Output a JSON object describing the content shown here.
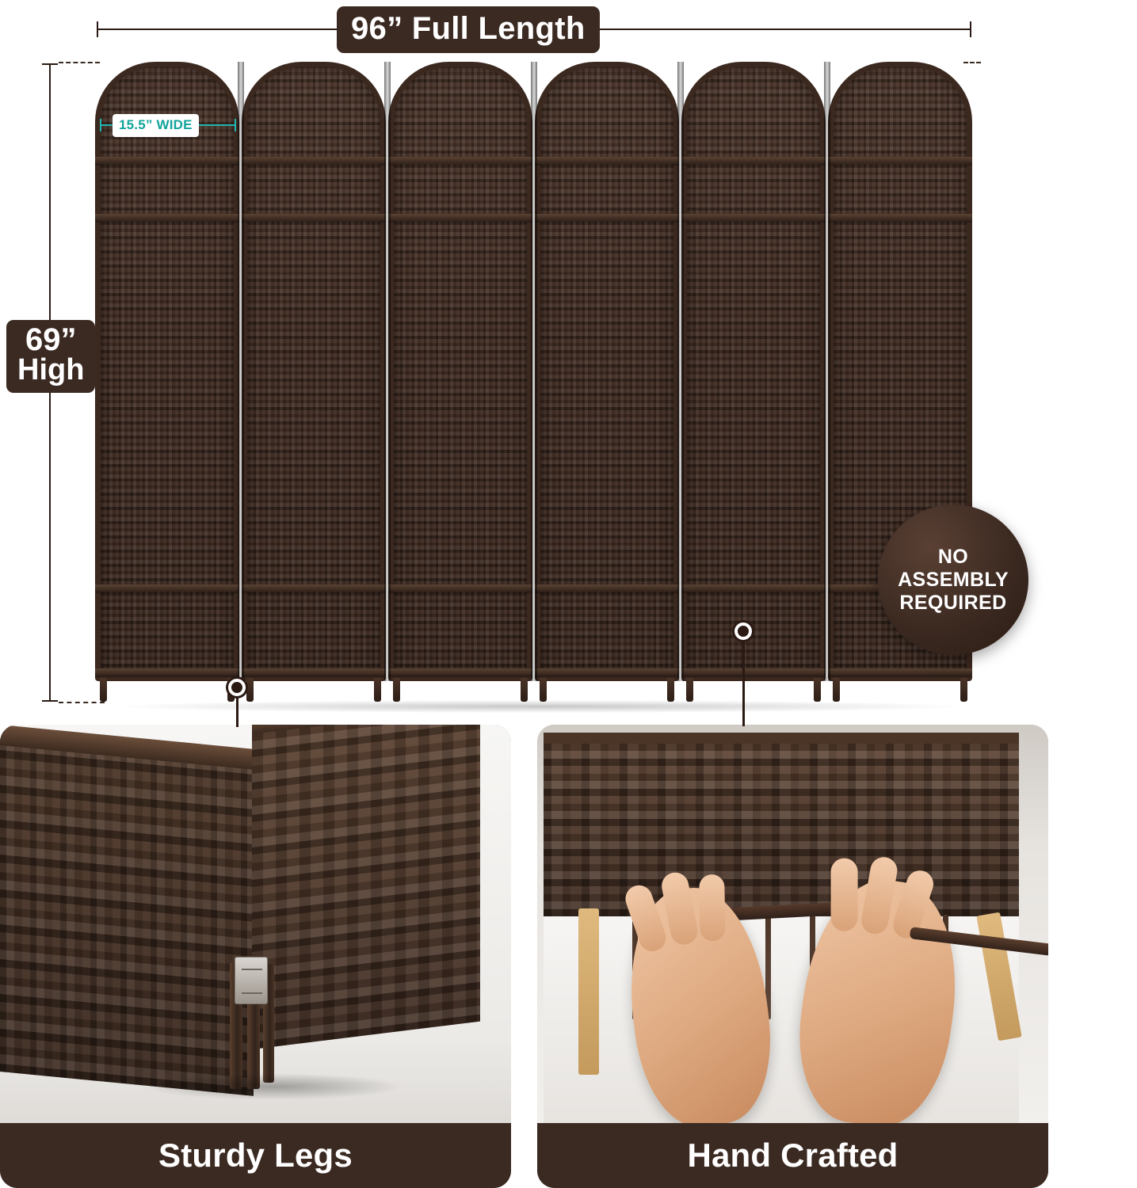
{
  "product": {
    "type": "room-divider-folding-privacy-screen",
    "panel_count": 6,
    "color": "espresso brown woven rattan"
  },
  "dimensions": {
    "length_label": "96” Full Length",
    "height_label_line1": "69”",
    "height_label_line2": "High",
    "panel_width_label": "15.5” WIDE"
  },
  "badge": {
    "line1": "NO",
    "line2": "ASSEMBLY",
    "line3": "REQUIRED"
  },
  "cards": [
    {
      "caption": "Sturdy Legs",
      "alt": "close-up of folded divider corner showing metal hinge and sturdy feet"
    },
    {
      "caption": "Hand Crafted",
      "alt": "close-up of two hands weaving a brown rattan strand through the frame"
    }
  ],
  "colors": {
    "accent_teal": "#12a49b",
    "dark_brown": "#3b2a22",
    "weave_brown": "#452f24",
    "white": "#ffffff"
  }
}
